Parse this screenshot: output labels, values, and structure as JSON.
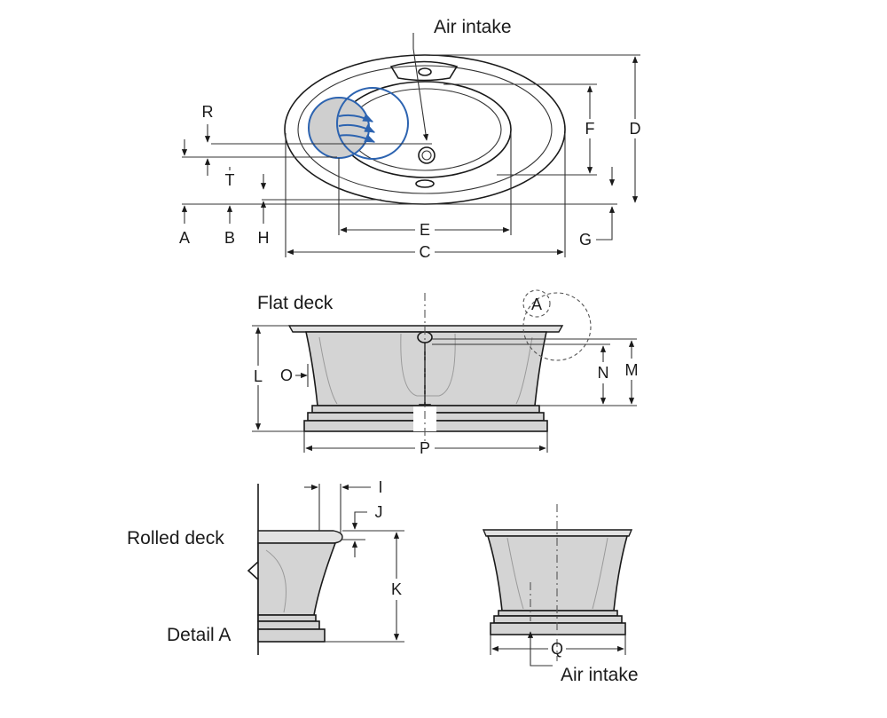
{
  "labels": {
    "air_intake_top": "Air intake",
    "flat_deck": "Flat deck",
    "rolled_deck": "Rolled deck",
    "detail_a": "Detail A",
    "air_intake_bottom": "Air intake",
    "callout_a": "A",
    "dims": {
      "A": "A",
      "B": "B",
      "C": "C",
      "D": "D",
      "E": "E",
      "F": "F",
      "G": "G",
      "H": "H",
      "I": "I",
      "J": "J",
      "K": "K",
      "L": "L",
      "M": "M",
      "N": "N",
      "O": "O",
      "P": "P",
      "Q": "Q",
      "R": "R",
      "T": "T"
    }
  },
  "colors": {
    "line": "#1a1a1a",
    "accent": "#2c63b0",
    "shade": "#d4d4d4"
  },
  "icons": [
    "arrowhead-icon"
  ]
}
